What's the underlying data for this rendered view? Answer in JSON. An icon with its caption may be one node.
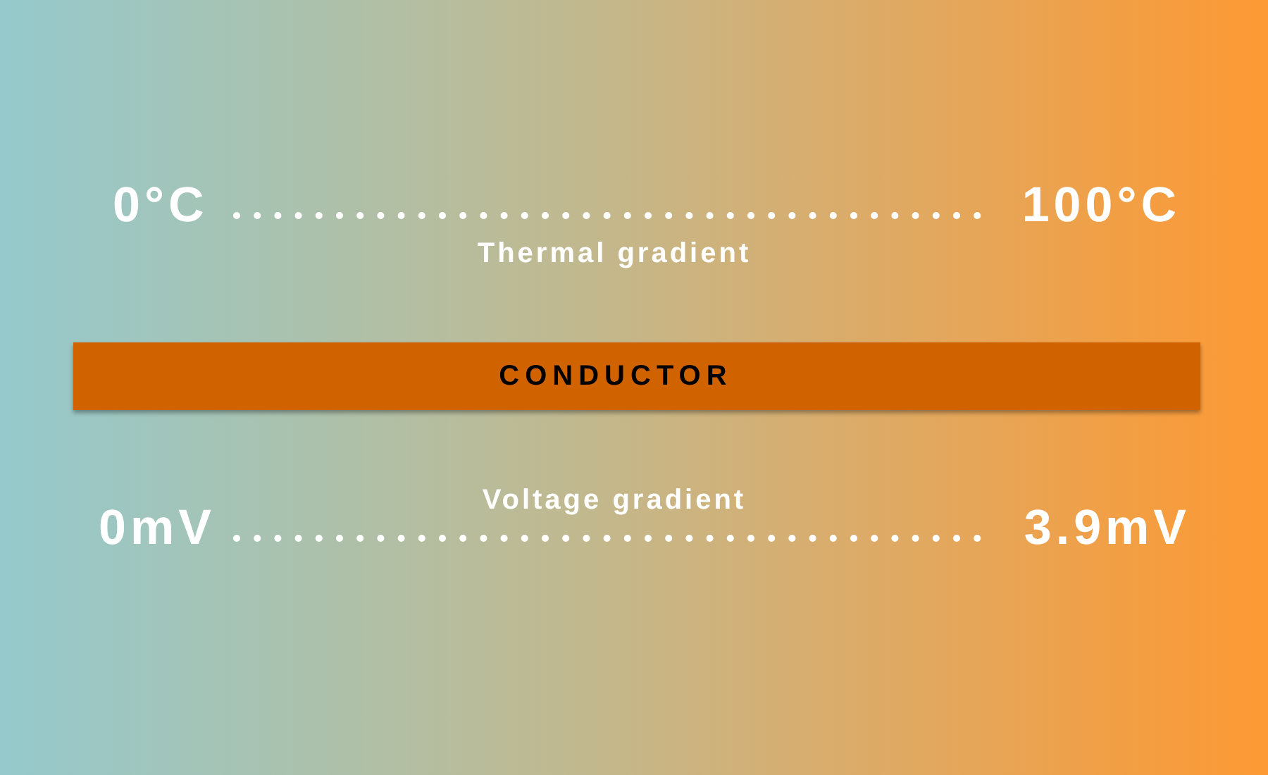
{
  "diagram": {
    "nodes": [
      {
        "text": [
          "CONDUCTOR"
        ]
      }
    ],
    "labels": [
      "0°C",
      "100°C",
      "Thermal gradient",
      "Voltage gradient",
      "0mV",
      "3.9mV"
    ]
  }
}
